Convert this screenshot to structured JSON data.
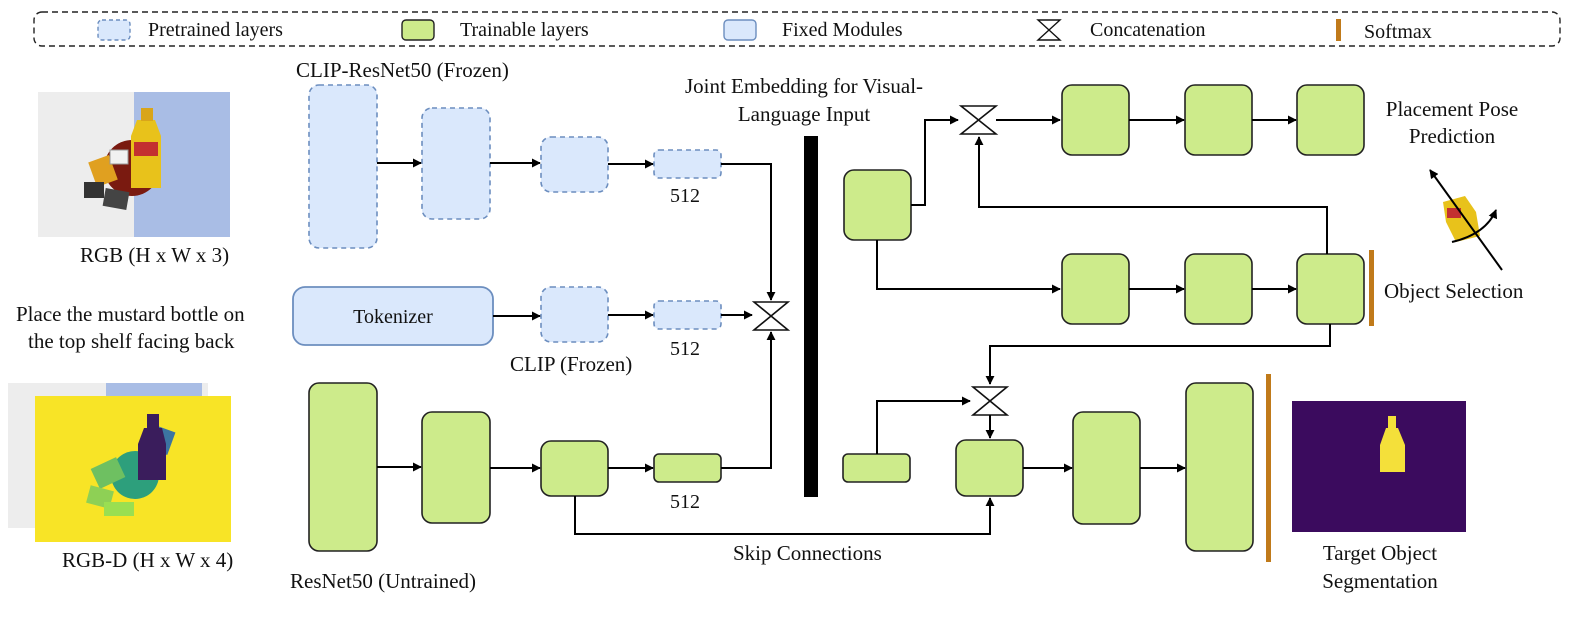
{
  "legend": {
    "pretrained": "Pretrained layers",
    "trainable": "Trainable layers",
    "fixed": "Fixed Modules",
    "concat": "Concatenation",
    "softmax": "Softmax"
  },
  "inputs": {
    "rgb_label": "RGB (H x W x 3)",
    "instruction_line1": "Place the mustard bottle on",
    "instruction_line2": "the top shelf facing back",
    "rgbd_label": "RGB-D (H x W x 4)"
  },
  "encoders": {
    "clip_resnet_label": "CLIP-ResNet50 (Frozen)",
    "tokenizer_label": "Tokenizer",
    "clip_label": "CLIP (Frozen)",
    "resnet_label": "ResNet50 (Untrained)",
    "dim_visual": "512",
    "dim_text": "512",
    "dim_depth": "512"
  },
  "joint": {
    "line1": "Joint Embedding for Visual-",
    "line2": "Language Input"
  },
  "skip_label": "Skip Connections",
  "outputs": {
    "placement_line1": "Placement Pose",
    "placement_line2": "Prediction",
    "object_selection": "Object Selection",
    "segmentation_line1": "Target Object",
    "segmentation_line2": "Segmentation"
  },
  "colors": {
    "pretrained_fill": "#dae8fc",
    "pretrained_stroke": "#6c8ebf",
    "trainable_fill": "#cdeb8b",
    "trainable_stroke": "#222222",
    "softmax": "#c07a1a",
    "joint_bar": "#000000",
    "seg_background": "#3b0b5e",
    "seg_object": "#f4e03a",
    "depth_background": "#f8e426"
  },
  "icons": [
    "concatenation-icon",
    "mustard-bottle-icon",
    "rotation-arrow-icon"
  ]
}
